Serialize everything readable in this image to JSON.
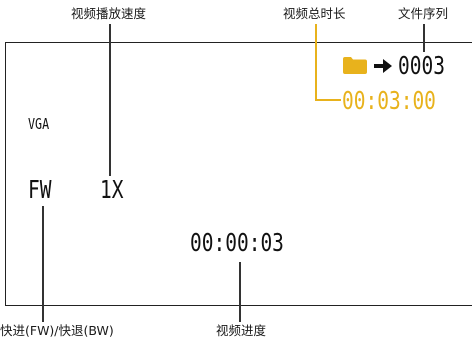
{
  "labels": {
    "playback_speed": "视频播放速度",
    "total_duration": "视频总时长",
    "file_sequence": "文件序列",
    "fast_forward_rewind": "快进(FW)/快退(BW)",
    "video_progress": "视频进度"
  },
  "osd": {
    "resolution": "VGA",
    "direction": "FW",
    "speed": "1X",
    "file_number": "0003",
    "total_time": "00:03:00",
    "current_time": "00:00:03"
  },
  "icons": {
    "folder": "folder-icon",
    "arrow": "arrow-right-icon"
  },
  "colors": {
    "highlight": "#e8b21c",
    "text": "#111111",
    "lines": "#333333"
  }
}
